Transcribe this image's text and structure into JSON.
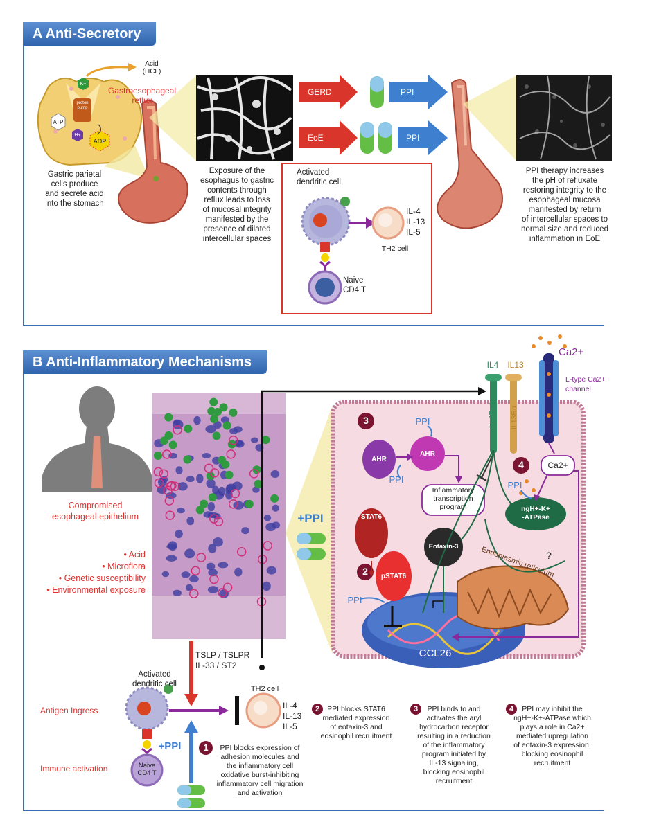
{
  "panelA": {
    "title": "A  Anti-Secretory",
    "acid_label": "Acid\n(HCL)",
    "gastro_label": "Gastroesophageal\nreflux",
    "parietal_text": "Gastric parietal\ncells produce\nand secrete acid\ninto the stomach",
    "proton_pump": "proton\npump",
    "k_ion": "K+",
    "atp": "ATP",
    "h_ion": "H+",
    "adp": "ADP",
    "gerd_label": "GERD",
    "eoe_label": "EoE",
    "ppi1": "PPI",
    "ppi2": "PPI",
    "exposure_text": "Exposure of the\nesophagus to gastric\ncontents through\nreflux leads to loss\nof mucosal integrity\nmanifested by the\npresence of dilated\nintercellular spaces",
    "activated_dc": "Activated\ndendritic cell",
    "il_list": "IL-4\nIL-13\nIL-5",
    "th2": "TH2 cell",
    "naive": "Naive\nCD4 T",
    "therapy_text": "PPI therapy increases\nthe pH of refluxate\nrestoring integrity to the\nesophageal mucosa\nmanifested by return\nof intercellular spaces to\nnormal size and reduced\ninflammation in EoE"
  },
  "panelB": {
    "title": "B  Anti-Inflammatory Mechanisms",
    "compromised": "Compromised\nesophageal epithelium",
    "factors": [
      "• Acid",
      "• Microflora",
      "• Genetic susceptibility",
      "• Environmental exposure"
    ],
    "plus_ppi_right": "+PPI",
    "plus_ppi_left": "+PPI",
    "il4": "IL4",
    "il13": "IL13",
    "il4ra1": "IL-4Rα1",
    "il13ra": "IL13Rα",
    "ca2": "Ca2+",
    "ltype": "L-type Ca2+\nchannel",
    "num3": "3",
    "num4": "4",
    "num2": "2",
    "ahr1": "AHR",
    "ahr2": "AHR",
    "ppi_ahr_top": "PPI",
    "ppi_ahr_bottom": "PPI",
    "inflam_prog": "Inflammatory\ntranscription\nprogram",
    "ca2_inner": "Ca2+",
    "ppi_atpase": "PPI",
    "atpase": "ngH+-K+\n-ATPase",
    "question": "?",
    "stat6": "STAT6",
    "pstat6": "pSTAT6",
    "eotaxin": "Eotaxin-3",
    "er": "Endoplasmic reticulum",
    "ppi_nucleus": "PPI",
    "ccl26": "CCL26",
    "tslp": "TSLP / TSLPR\nIL-33 / ST2",
    "activated_dc": "Activated\ndendritic cell",
    "antigen": "Antigen Ingress",
    "immune": "Immune activation",
    "naive": "Naive\nCD4 T",
    "th2": "TH2 cell",
    "il_list": "IL-4\nIL-13\nIL-5",
    "num1": "1",
    "cap1": "PPI blocks expression of\nadhesion molecules and\nthe inflammatory cell\noxidative burst-inhibiting\ninflammatory cell migration\nand activation",
    "cap2": "PPI blocks STAT6\nmediated expression\nof eotaxin-3 and\neosinophil recruitment",
    "cap3": "PPI binds to and\nactivates the aryl\nhydrocarbon receptor\nresulting in a reduction\nof the inflammatory\nprogram initiated by\nIL-13 signaling,\nblocking eosinophil\nrecruitment",
    "cap4": "PPI may inhibit the\nngH+-K+-ATPase which\nplays a role in Ca2+\nmediated upregulation\nof eotaxin-3 expression,\nblocking eosinophil\nrecruitment"
  },
  "colors": {
    "panel_blue": "#3a6fb8",
    "red": "#d33333",
    "purple": "#8a2a9a",
    "ppi_blue": "#3f7fd0",
    "dark_green": "#1f6b45"
  }
}
